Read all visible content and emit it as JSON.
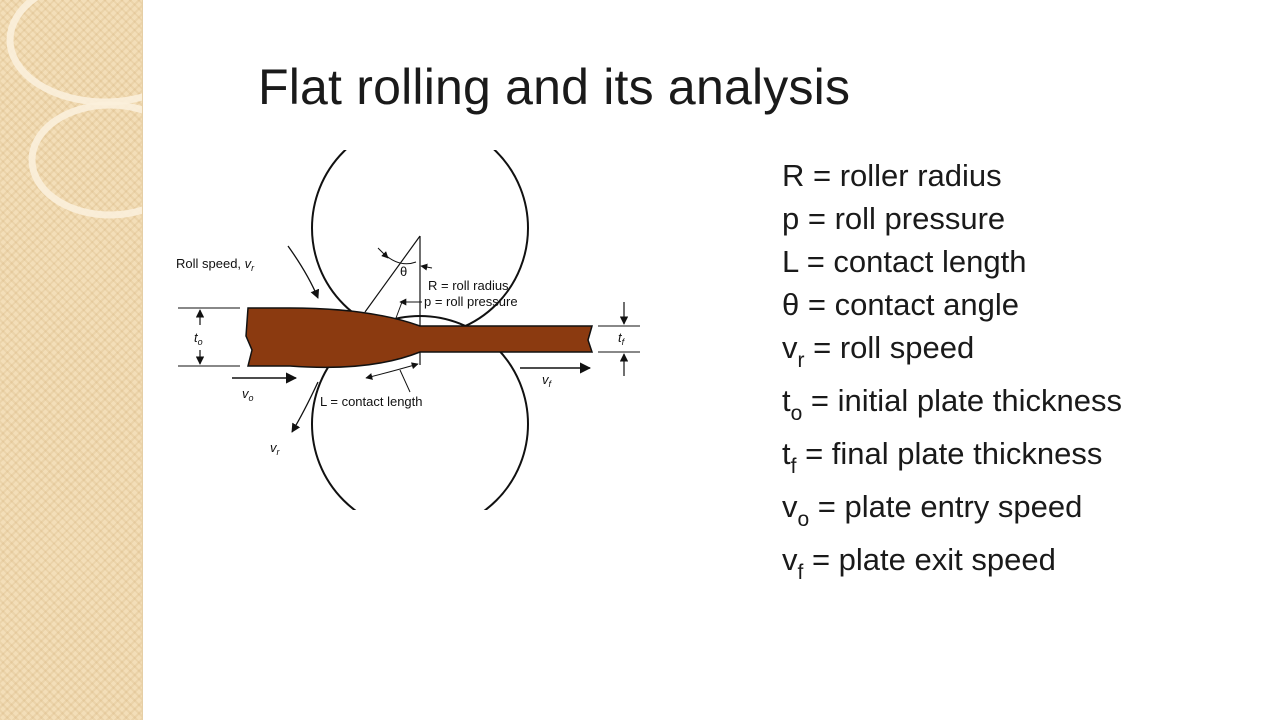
{
  "title": "Flat rolling and its analysis",
  "diagram": {
    "roll_speed_label": "Roll speed, ",
    "vr_symbol": "v",
    "vr_sub": "r",
    "theta_symbol": "θ",
    "radius_label": "R = roll radius",
    "pressure_label": "p = roll pressure",
    "t0_symbol": "t",
    "t0_sub": "o",
    "tf_symbol": "t",
    "tf_sub": "f",
    "v0_symbol": "v",
    "v0_sub": "o",
    "vf_symbol": "v",
    "vf_sub": "f",
    "contact_length_label": "L = contact length",
    "strip_color": "#8b3a10"
  },
  "legend": [
    {
      "sym": "R",
      "sub": "",
      "text": " = roller radius"
    },
    {
      "sym": "p",
      "sub": "",
      "text": " = roll pressure"
    },
    {
      "sym": "L",
      "sub": "",
      "text": " = contact length"
    },
    {
      "sym": "θ",
      "sub": "",
      "text": " = contact angle"
    },
    {
      "sym": "v",
      "sub": "r",
      "text": " = roll speed"
    },
    {
      "sym": "t",
      "sub": "o",
      "text": " = initial plate thickness"
    },
    {
      "sym": "t",
      "sub": "f",
      "text": " = final plate thickness"
    },
    {
      "sym": "v",
      "sub": "o",
      "text": " = plate entry speed"
    },
    {
      "sym": "v",
      "sub": "f",
      "text": " = plate exit speed"
    }
  ]
}
